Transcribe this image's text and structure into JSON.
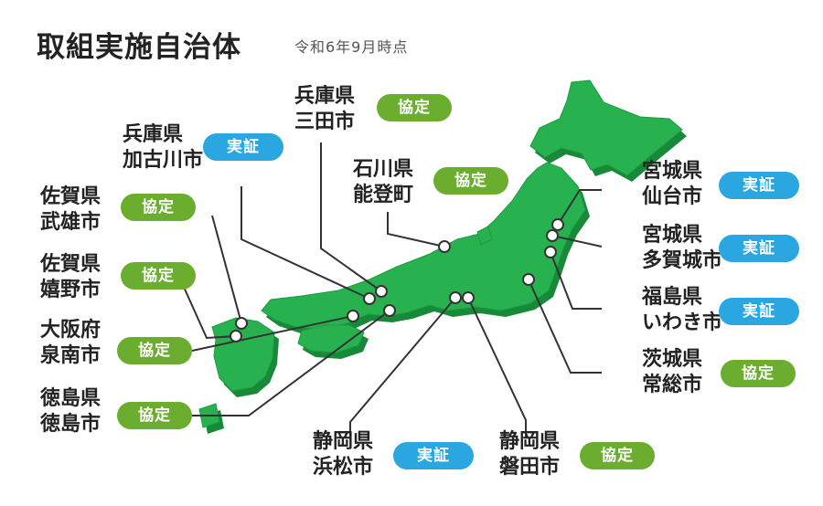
{
  "header": {
    "title": "取組実施自治体",
    "subtitle": "令和6年9月時点"
  },
  "colors": {
    "kyotei": "#6BAE2F",
    "jissho": "#2AA7E1",
    "map_top": "#27B24F",
    "map_side": "#178A3A",
    "line": "#333333"
  },
  "municipalities": [
    {
      "id": "hyogo-sanda",
      "pref": "兵庫県",
      "city": "三田市",
      "status": "協定",
      "type": "kyotei"
    },
    {
      "id": "hyogo-kasai",
      "pref": "兵庫県",
      "city": "加古川市",
      "status": "実証",
      "type": "jissho"
    },
    {
      "id": "ishikawa-noto",
      "pref": "石川県",
      "city": "能登町",
      "status": "協定",
      "type": "kyotei"
    },
    {
      "id": "saga-takeo",
      "pref": "佐賀県",
      "city": "武雄市",
      "status": "協定",
      "type": "kyotei"
    },
    {
      "id": "saga-ureshino",
      "pref": "佐賀県",
      "city": "嬉野市",
      "status": "協定",
      "type": "kyotei"
    },
    {
      "id": "osaka-sennan",
      "pref": "大阪府",
      "city": "泉南市",
      "status": "協定",
      "type": "kyotei"
    },
    {
      "id": "tokushima-tokushima",
      "pref": "徳島県",
      "city": "徳島市",
      "status": "協定",
      "type": "kyotei"
    },
    {
      "id": "miyagi-sendai",
      "pref": "宮城県",
      "city": "仙台市",
      "status": "実証",
      "type": "jissho"
    },
    {
      "id": "miyagi-tagajo",
      "pref": "宮城県",
      "city": "多賀城市",
      "status": "実証",
      "type": "jissho"
    },
    {
      "id": "fukushima-iwaki",
      "pref": "福島県",
      "city": "いわき市",
      "status": "実証",
      "type": "jissho"
    },
    {
      "id": "ibaraki-joso",
      "pref": "茨城県",
      "city": "常総市",
      "status": "協定",
      "type": "kyotei"
    },
    {
      "id": "shizuoka-hamamatsu",
      "pref": "静岡県",
      "city": "浜松市",
      "status": "実証",
      "type": "jissho"
    },
    {
      "id": "shizuoka-iwata",
      "pref": "静岡県",
      "city": "磐田市",
      "status": "協定",
      "type": "kyotei"
    }
  ]
}
